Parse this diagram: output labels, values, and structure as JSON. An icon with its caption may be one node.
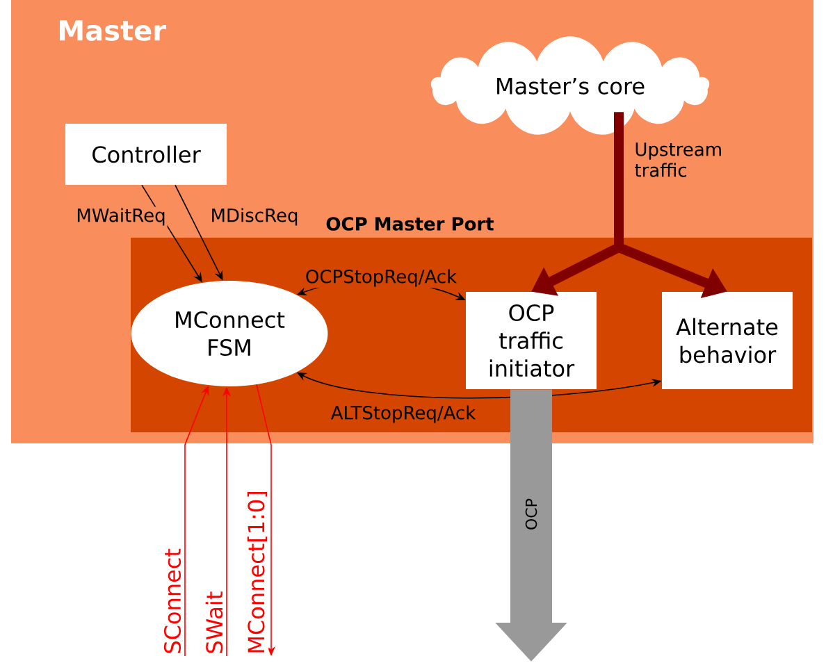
{
  "diagram": {
    "nodes": [
      {
        "text": [
          "Master"
        ]
      },
      {
        "text": [
          "Master’s core"
        ],
        "in": 0
      },
      {
        "text": [
          "Controller"
        ],
        "in": 0
      },
      {
        "text": [
          "OCP Master Port"
        ],
        "in": 0
      },
      {
        "text": [
          "MConnect FSM"
        ],
        "in": 3
      },
      {
        "text": [
          "OCP traffic initiator"
        ],
        "in": 3
      },
      {
        "text": [
          "Alternate behavior"
        ],
        "in": 3
      }
    ],
    "edges": [
      {
        "from": 1,
        "to": 5,
        "arrow": "to",
        "label": "Upstream traffic",
        "style": "thick",
        "color": "#800000"
      },
      {
        "from": 1,
        "to": 6,
        "arrow": "to",
        "style": "thick",
        "color": "#800000"
      },
      {
        "from": 2,
        "to": 4,
        "arrow": "to",
        "label": "MWaitReq",
        "color": "#000000"
      },
      {
        "from": 2,
        "to": 4,
        "arrow": "to",
        "label": "MDiscReq",
        "color": "#000000"
      },
      {
        "from": 5,
        "to": 4,
        "arrow": "both",
        "label": "OCPStopReq/Ack",
        "color": "#000000"
      },
      {
        "from": 6,
        "to": 4,
        "arrow": "both",
        "label": "ALTStopReq/Ack",
        "color": "#000000"
      },
      {
        "from": null,
        "to": 4,
        "arrow": "to",
        "label": "SConnect",
        "color": "#ff0000"
      },
      {
        "from": null,
        "to": 4,
        "arrow": "to",
        "label": "SWait",
        "color": "#ff0000"
      },
      {
        "from": 4,
        "to": null,
        "arrow": "to",
        "label": "MConnect[1:0]",
        "color": "#ff0000"
      },
      {
        "from": 5,
        "to": null,
        "arrow": "to",
        "label": "OCP",
        "style": "thick",
        "color": "#999999"
      }
    ]
  }
}
